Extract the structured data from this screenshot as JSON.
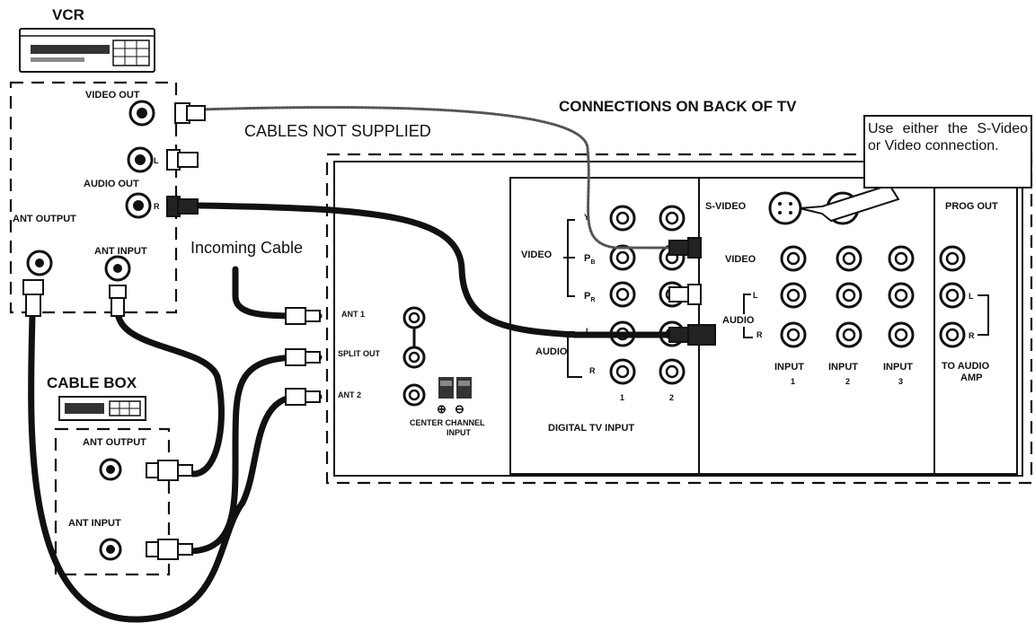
{
  "vcr": {
    "title": "VCR",
    "video_out": "VIDEO OUT",
    "audio_out": "AUDIO OUT",
    "l": "L",
    "r": "R",
    "ant_output": "ANT OUTPUT",
    "ant_input": "ANT INPUT"
  },
  "cables_note": "CABLES NOT SUPPLIED",
  "incoming_cable": "Incoming Cable",
  "tv_back_title": "CONNECTIONS ON BACK OF TV",
  "callout": "Use either the S-Video or Video connection.",
  "cable_box": {
    "title": "CABLE BOX",
    "ant_output": "ANT OUTPUT",
    "ant_input": "ANT INPUT"
  },
  "tv": {
    "ant1": "ANT 1",
    "split_out": "SPLIT OUT",
    "ant2": "ANT 2",
    "center_channel": "CENTER CHANNEL",
    "center_input": "INPUT",
    "plus": "⊕",
    "minus": "⊖",
    "video": "VIDEO",
    "y": "Y",
    "pb": "P",
    "pb_sub": "B",
    "pr": "P",
    "pr_sub": "R",
    "audio": "AUDIO",
    "l": "L",
    "r": "R",
    "dtv_1": "1",
    "dtv_2": "2",
    "digital_tv_input": "DIGITAL TV INPUT",
    "svideo": "S-VIDEO",
    "video2": "VIDEO",
    "audio2": "AUDIO",
    "input": "INPUT",
    "input1": "1",
    "input2": "2",
    "input3": "3",
    "prog_out": "PROG OUT",
    "to_audio": "TO AUDIO",
    "amp": "AMP"
  }
}
